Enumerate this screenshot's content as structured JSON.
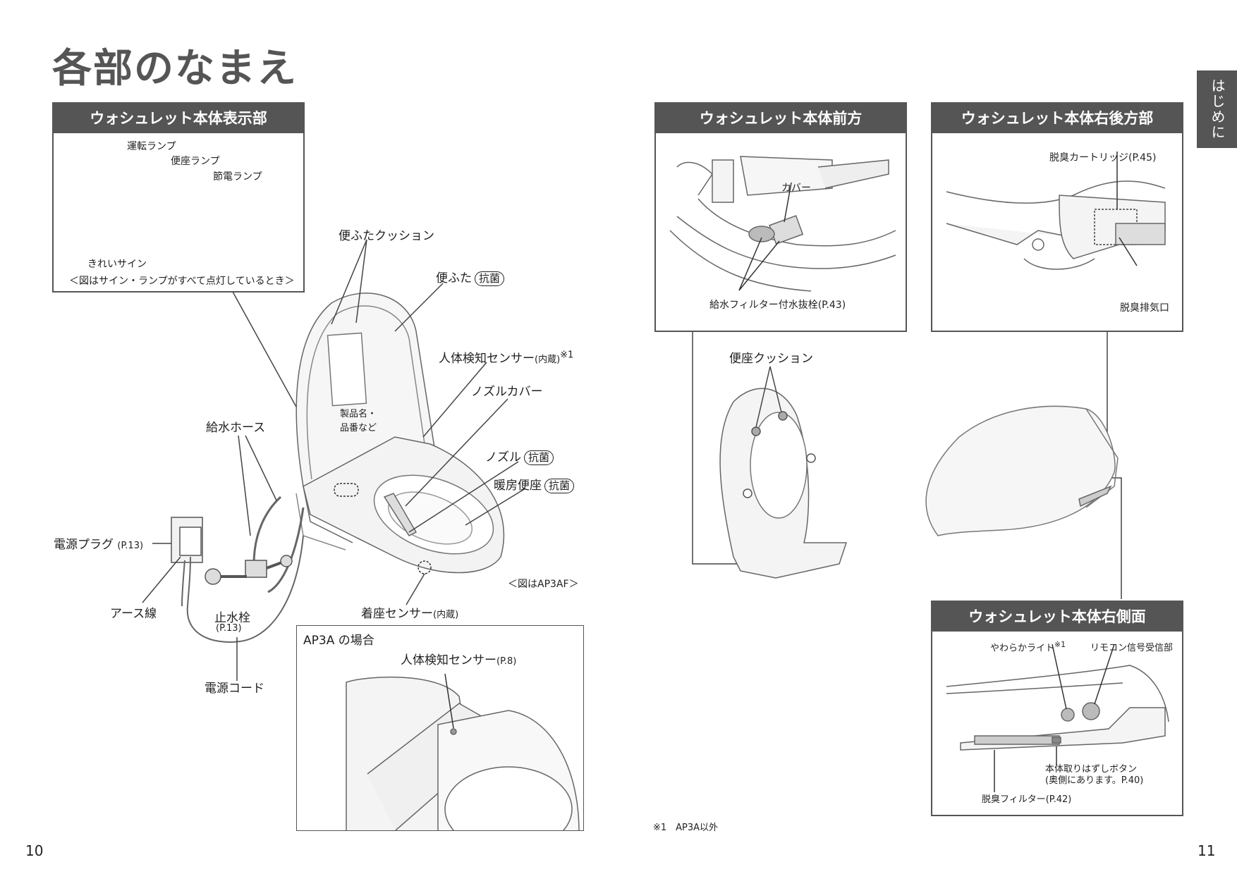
{
  "title": "各部のなまえ",
  "side_tab": "はじめに",
  "page_left": "10",
  "page_right": "11",
  "footnote": "※1　AP3A以外",
  "display_panel": {
    "header": "ウォシュレット本体表示部",
    "lamp_run": "運転ランプ",
    "lamp_seat": "便座ランプ",
    "lamp_eco": "節電ランプ",
    "clean_sign": "きれいサイン",
    "note": "＜図はサイン・ランプがすべて点灯しているとき＞"
  },
  "main_labels": {
    "lid_cushion": "便ふたクッション",
    "lid": "便ふた",
    "antibacterial": "抗菌",
    "body_sensor": "人体検知センサー",
    "built_in": "(内蔵)",
    "note1": "※1",
    "nozzle_cover": "ノズルカバー",
    "nozzle": "ノズル",
    "heated_seat": "暖房便座",
    "water_hose": "給水ホース",
    "product_name_1": "製品名・",
    "product_name_2": "品番など",
    "power_plug": "電源プラグ",
    "power_plug_ref": "(P.13)",
    "earth_wire": "アース線",
    "stop_valve": "止水栓",
    "stop_valve_ref": "(P.13)",
    "power_cord": "電源コード",
    "seat_sensor": "着座センサー",
    "seat_sensor_built_in": "(内蔵)",
    "figure_note": "＜図はAP3AF＞"
  },
  "ap3a": {
    "title": "AP3A の場合",
    "sensor": "人体検知センサー",
    "sensor_ref": "(P.8)"
  },
  "front_panel": {
    "header": "ウォシュレット本体前方",
    "cover": "カバー",
    "drain_plug": "給水フィルター付水抜栓(P.43)"
  },
  "rear_panel": {
    "header": "ウォシュレット本体右後方部",
    "cartridge": "脱臭カートリッジ(P.45)",
    "exhaust": "脱臭排気口"
  },
  "seat_cushion": "便座クッション",
  "side_panel": {
    "header": "ウォシュレット本体右側面",
    "soft_light": "やわらかライト",
    "soft_light_note": "※1",
    "remote_receiver": "リモコン信号受信部",
    "release_button_1": "本体取りはずしボタン",
    "release_button_2": "(奥側にあります。P.40)",
    "deodor_filter": "脱臭フィルター(P.42)"
  }
}
